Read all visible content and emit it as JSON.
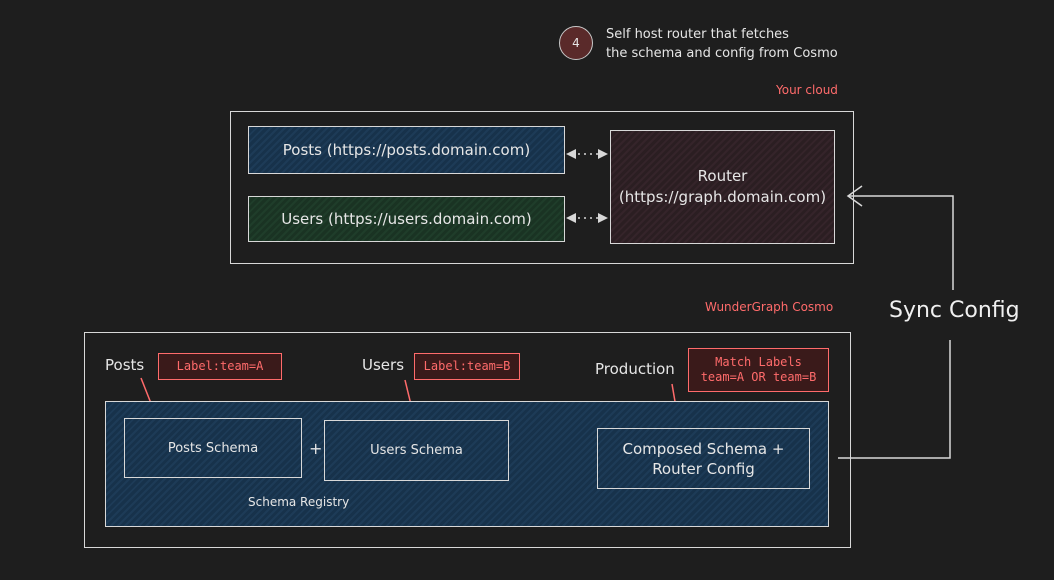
{
  "step": {
    "number": "4",
    "description_line1": "Self host router that fetches",
    "description_line2": "the schema and config from Cosmo"
  },
  "your_cloud": {
    "label": "Your cloud",
    "posts_service": "Posts (https://posts.domain.com)",
    "users_service": "Users (https://users.domain.com)",
    "router_line1": "Router",
    "router_line2": "(https://graph.domain.com)"
  },
  "sync_label": "Sync Config",
  "cosmo": {
    "label": "WunderGraph Cosmo",
    "posts_title": "Posts",
    "posts_tag": "Label:team=A",
    "users_title": "Users",
    "users_tag": "Label:team=B",
    "production_title": "Production",
    "production_tag_line1": "Match Labels",
    "production_tag_line2": "team=A OR team=B",
    "posts_schema": "Posts Schema",
    "plus": "+",
    "users_schema": "Users Schema",
    "composed_line1": "Composed Schema +",
    "composed_line2": "Router Config",
    "registry_label": "Schema Registry"
  },
  "colors": {
    "accent_red": "#ff6b6b",
    "step_circle": "#5a2a2a"
  }
}
